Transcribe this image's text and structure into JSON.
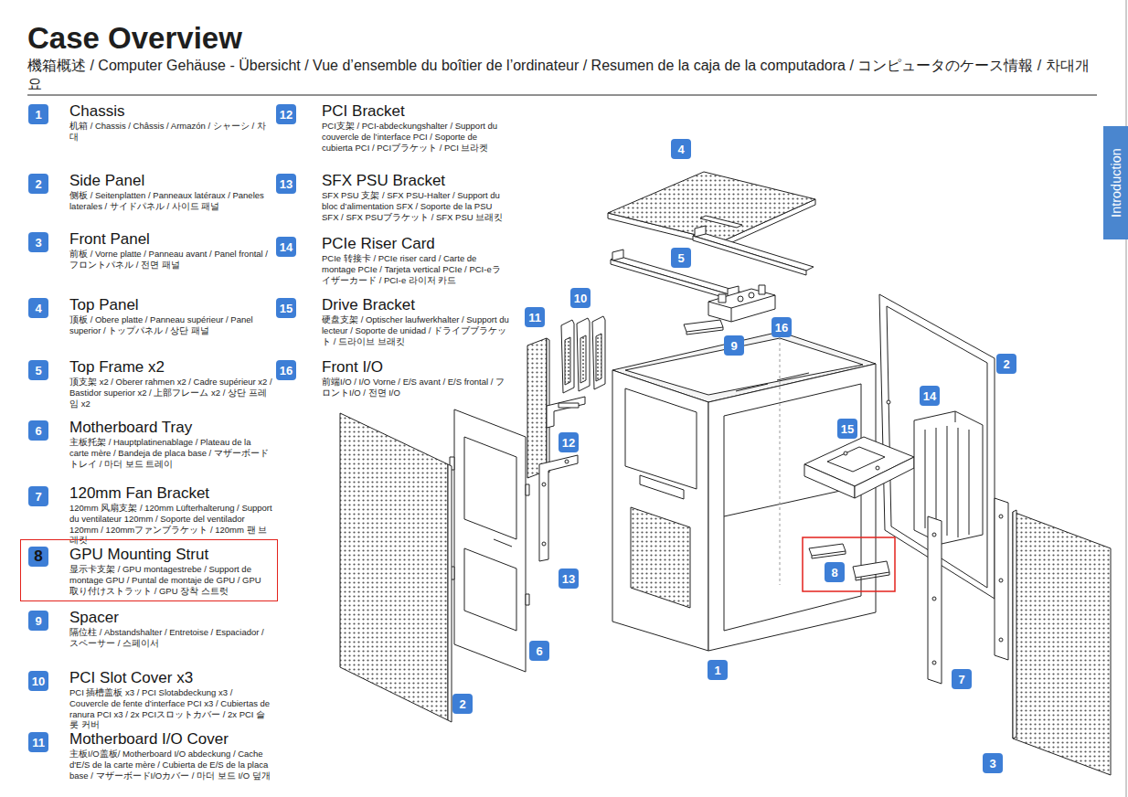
{
  "diagram": {
    "title": "Case Overview",
    "nodes": [
      {
        "text": [
          "1"
        ]
      },
      {
        "text": [
          "2"
        ]
      },
      {
        "text": [
          "3"
        ]
      },
      {
        "text": [
          "4"
        ]
      },
      {
        "text": [
          "5"
        ]
      },
      {
        "text": [
          "6"
        ]
      },
      {
        "text": [
          "7"
        ]
      },
      {
        "text": [
          "GPU Mounting Strut",
          "显示卡支架 / GPU montagestrebe / Support de montage GPU / Puntal de montaje de GPU / GPU取り付けストラット / GPU 장착 스트럿"
        ]
      },
      {
        "text": [
          "8"
        ],
        "in": 7
      },
      {
        "text": [
          "9"
        ]
      },
      {
        "text": [
          "10"
        ]
      },
      {
        "text": [
          "11"
        ]
      },
      {
        "text": [
          "12"
        ]
      },
      {
        "text": [
          "13"
        ]
      },
      {
        "text": [
          "14"
        ]
      },
      {
        "text": [
          "15"
        ]
      },
      {
        "text": [
          "16"
        ]
      },
      {
        "text": [
          "4"
        ]
      },
      {
        "text": [
          "5"
        ]
      },
      {
        "text": [
          "10"
        ]
      },
      {
        "text": [
          "11"
        ]
      },
      {
        "text": [
          "16"
        ]
      },
      {
        "text": [
          "9"
        ]
      },
      {
        "text": [
          "2"
        ]
      },
      {
        "text": [
          "14"
        ]
      },
      {
        "text": [
          "15"
        ]
      },
      {
        "text": [
          "12"
        ]
      },
      {
        "text": [
          "8"
        ]
      },
      {
        "text": [
          "13"
        ]
      },
      {
        "text": [
          "6"
        ]
      },
      {
        "text": [
          "1"
        ]
      },
      {
        "text": [
          "7"
        ]
      },
      {
        "text": [
          "2"
        ]
      },
      {
        "text": [
          "3"
        ]
      },
      {
        "text": [
          "Introduction"
        ]
      }
    ],
    "labels": [
      "機箱概述 / Computer Gehäuse - Übersicht / Vue d’ensemble du boîtier de l’ordinateur / Resumen de la caja de la computadora / コンピュータのケース情報 / 차대개요",
      "Chassis",
      "机箱 / Chassis / Châssis / Armazón / シャーシ / 차대",
      "Side Panel",
      "侧板 / Seitenplatten / Panneaux latéraux / Paneles laterales / サイドパネル / 사이드 패널",
      "Front Panel",
      "前板 / Vorne platte / Panneau avant / Panel frontal / フロントパネル / 전면 패널",
      "Top Panel",
      "顶板 / Obere platte / Panneau supérieur / Panel superior / トップパネル / 상단 패널",
      "Top Frame x2",
      "顶支架 x2 / Oberer rahmen x2 / Cadre supérieur x2 / Bastidor superior x2 / 上部フレーム x2 / 상단 프레임 x2",
      "Motherboard Tray",
      "主板托架 / Hauptplatinenablage / Plateau de la carte mère / Bandeja de placa base / マザーボードトレイ / 마더 보드 트레이",
      "120mm Fan Bracket",
      "120mm 风扇支架 / 120mm Lüfterhalterung / Support du ventilateur 120mm / Soporte del ventilador 120mm / 120mmファンブラケット / 120mm 팬 브래킷",
      "Spacer",
      "隔位柱 / Abstandshalter / Entretoise / Espaciador / スペーサー / 스페이서",
      "PCI Slot Cover x3",
      "PCI 插槽盖板 x3 / PCI Slotabdeckung x3 / Couvercle de fente d’interface PCI x3 / Cubiertas de ranura PCI x3 / 2x PCIスロットカバー / 2x PCI 슬롯 커버",
      "Motherboard I/O Cover",
      "主板I/O盖板/ Motherboard I/O abdeckung / Cache d'E/S de la carte mère / Cubierta de E/S de la placa base / マザーボードI/Oカバー / 마더 보드 I/O 덮개",
      "PCI Bracket",
      "PCI支架 / PCI-abdeckungshalter / Support du couvercle de l’interface PCI / Soporte de cubierta PCI / PCIブラケット / PCI 브라켓",
      "SFX PSU Bracket",
      "SFX PSU 支架 / SFX PSU-Halter / Support du bloc d’alimentation SFX / Soporte de la PSU SFX / SFX PSUブラケット / SFX PSU 브래킷",
      "PCIe Riser Card",
      "PCIe 转接卡 / PCIe riser card / Carte de montage PCIe / Tarjeta vertical PCIe / PCI-eライザーカード / PCI-e 라이저 카드",
      "Drive Bracket",
      "硬盘支架 / Optischer laufwerkhalter / Support du lecteur / Soporte de unidad / ドライブブラケット / 드라이브 브래킷",
      "Front I/O",
      "前端I/O / I/O Vorne / E/S avant / E/S frontal / フロントI/O / 전면 I/O"
    ]
  }
}
